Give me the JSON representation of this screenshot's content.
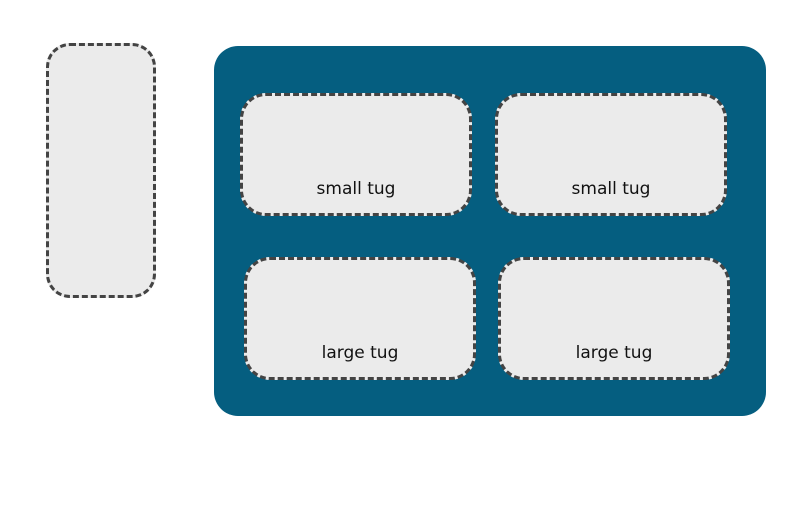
{
  "colors": {
    "container": "#055e80",
    "slot_fill": "#ebebeb",
    "slot_border": "#444444"
  },
  "slots": [
    {
      "label": "small tug"
    },
    {
      "label": "small tug"
    },
    {
      "label": "large tug"
    },
    {
      "label": "large tug"
    }
  ]
}
